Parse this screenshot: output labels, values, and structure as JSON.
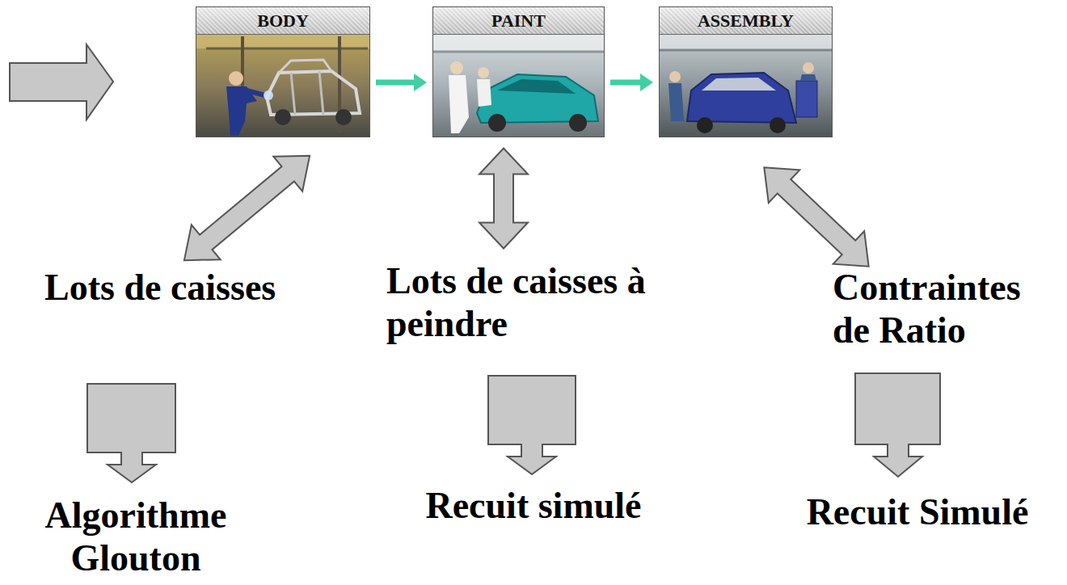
{
  "diagram": {
    "nodes": [
      {
        "text": [
          "BODY"
        ]
      },
      {
        "text": [
          "PAINT"
        ]
      },
      {
        "text": [
          "ASSEMBLY"
        ]
      }
    ],
    "edges": [
      {
        "from": 0,
        "to": 1,
        "arrow": "to"
      },
      {
        "from": 1,
        "to": 2,
        "arrow": "to"
      }
    ],
    "labels": [
      "Lots de caisses",
      "Lots de caisses à peindre",
      "Contraintes de Ratio",
      "Algorithme Glouton",
      "Recuit simulé",
      "Recuit Simulé"
    ]
  }
}
